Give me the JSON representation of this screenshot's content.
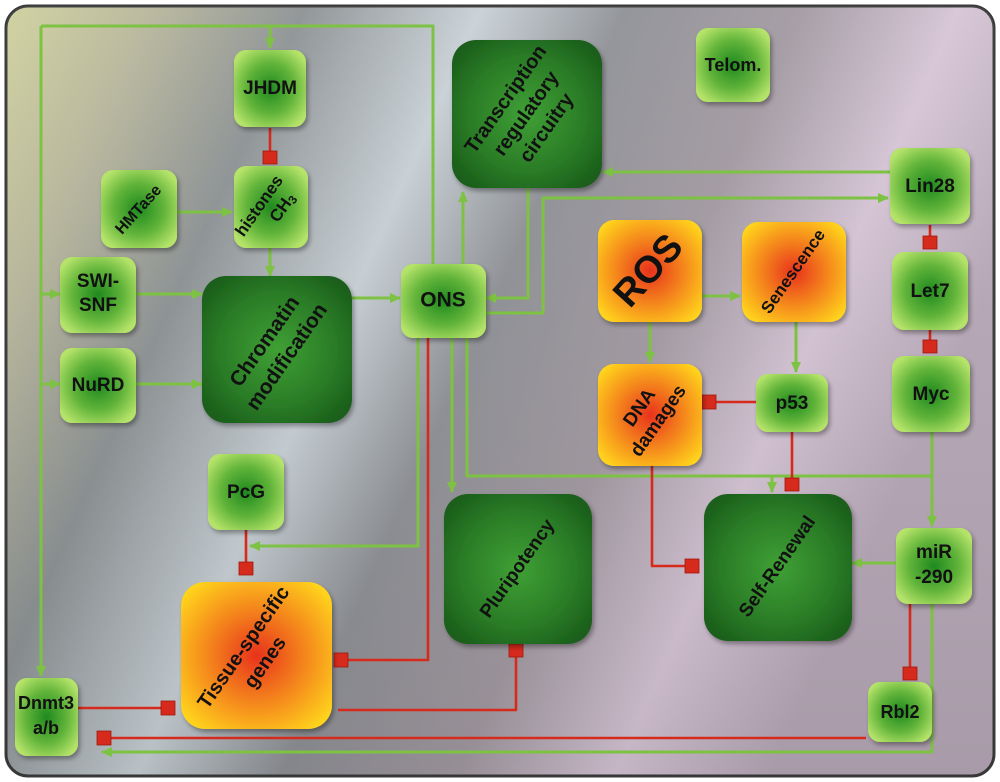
{
  "nodes": {
    "jhdm": {
      "label": "JHDM",
      "style": "green"
    },
    "hmtase": {
      "label": "HMTase",
      "style": "green"
    },
    "histones": {
      "label": "histones",
      "sub_label": "CH3",
      "style": "green"
    },
    "swi_snf": {
      "label": "SWI-",
      "label2": "SNF",
      "style": "green"
    },
    "nurd": {
      "label": "NuRD",
      "style": "green"
    },
    "chromatin": {
      "label": "Chromatin",
      "label2": "modification",
      "style": "dark"
    },
    "ons": {
      "label": "ONS",
      "style": "green"
    },
    "transcription": {
      "label": "Transcription",
      "label2": "regulatory",
      "label3": "circuitry",
      "style": "dark"
    },
    "telom": {
      "label": "Telom.",
      "style": "green"
    },
    "lin28": {
      "label": "Lin28",
      "style": "green"
    },
    "let7": {
      "label": "Let7",
      "style": "green"
    },
    "myc": {
      "label": "Myc",
      "style": "green"
    },
    "ros": {
      "label": "ROS",
      "style": "orange"
    },
    "senescence": {
      "label": "Senescence",
      "style": "orange"
    },
    "dna_damages": {
      "label": "DNA",
      "label2": "damages",
      "style": "orange"
    },
    "p53": {
      "label": "p53",
      "style": "green"
    },
    "pcg": {
      "label": "PcG",
      "style": "green"
    },
    "pluripotency": {
      "label": "Pluripotency",
      "style": "dark"
    },
    "self_renewal": {
      "label": "Self-Renewal",
      "style": "dark"
    },
    "mir290": {
      "label": "miR",
      "label2": "-290",
      "style": "green"
    },
    "tissue": {
      "label": "Tissue-specific",
      "label2": "genes",
      "style": "orange"
    },
    "dnmt3": {
      "label": "Dnmt3",
      "label2": "a/b",
      "style": "green"
    },
    "rbl2": {
      "label": "Rbl2",
      "style": "green"
    }
  },
  "edges": [
    {
      "from": "ons",
      "to": "jhdm",
      "type": "activation"
    },
    {
      "from": "ons",
      "to": "swi_snf",
      "type": "activation"
    },
    {
      "from": "ons",
      "to": "nurd",
      "type": "activation"
    },
    {
      "from": "ons",
      "to": "dnmt3",
      "type": "activation"
    },
    {
      "from": "jhdm",
      "to": "histones",
      "type": "inhibition"
    },
    {
      "from": "hmtase",
      "to": "histones",
      "type": "activation"
    },
    {
      "from": "histones",
      "to": "chromatin",
      "type": "activation"
    },
    {
      "from": "swi_snf",
      "to": "chromatin",
      "type": "activation"
    },
    {
      "from": "nurd",
      "to": "chromatin",
      "type": "activation"
    },
    {
      "from": "chromatin",
      "to": "ons",
      "type": "activation"
    },
    {
      "from": "ons",
      "to": "transcription",
      "type": "activation"
    },
    {
      "from": "transcription",
      "to": "ons",
      "type": "activation"
    },
    {
      "from": "lin28",
      "to": "transcription",
      "type": "activation"
    },
    {
      "from": "ons",
      "to": "lin28",
      "type": "activation"
    },
    {
      "from": "lin28",
      "to": "let7",
      "type": "inhibition"
    },
    {
      "from": "let7",
      "to": "myc",
      "type": "inhibition"
    },
    {
      "from": "myc",
      "to": "mir290",
      "type": "activation"
    },
    {
      "from": "ros",
      "to": "senescence",
      "type": "activation"
    },
    {
      "from": "ros",
      "to": "dna_damages",
      "type": "activation"
    },
    {
      "from": "senescence",
      "to": "p53",
      "type": "activation"
    },
    {
      "from": "p53",
      "to": "dna_damages",
      "type": "inhibition"
    },
    {
      "from": "p53",
      "to": "self_renewal",
      "type": "inhibition"
    },
    {
      "from": "ons",
      "to": "self_renewal",
      "type": "activation"
    },
    {
      "from": "ons",
      "to": "mir290",
      "type": "activation"
    },
    {
      "from": "dna_damages",
      "to": "self_renewal",
      "type": "inhibition"
    },
    {
      "from": "mir290",
      "to": "self_renewal",
      "type": "activation"
    },
    {
      "from": "ons",
      "to": "pluripotency",
      "type": "activation"
    },
    {
      "from": "ons",
      "to": "pcg",
      "type": "activation"
    },
    {
      "from": "pcg",
      "to": "tissue",
      "type": "inhibition"
    },
    {
      "from": "ons",
      "to": "tissue",
      "type": "inhibition"
    },
    {
      "from": "tissue",
      "to": "pluripotency",
      "type": "inhibition"
    },
    {
      "from": "dnmt3",
      "to": "tissue",
      "type": "inhibition"
    },
    {
      "from": "mir290",
      "to": "rbl2",
      "type": "inhibition"
    },
    {
      "from": "rbl2",
      "to": "dnmt3",
      "type": "inhibition"
    },
    {
      "from": "mir290",
      "to": "dnmt3",
      "type": "activation"
    }
  ],
  "colors": {
    "activation": "#7dc242",
    "inhibition": "#d62a1c",
    "green_center": "#1f8a1f",
    "green_edge": "#b5e36a",
    "dark_center": "#3f9e32",
    "dark_edge": "#1a5e1a",
    "orange_center": "#e8321a",
    "orange_edge": "#ffd21f",
    "frame_border": "#3a3a3a"
  }
}
